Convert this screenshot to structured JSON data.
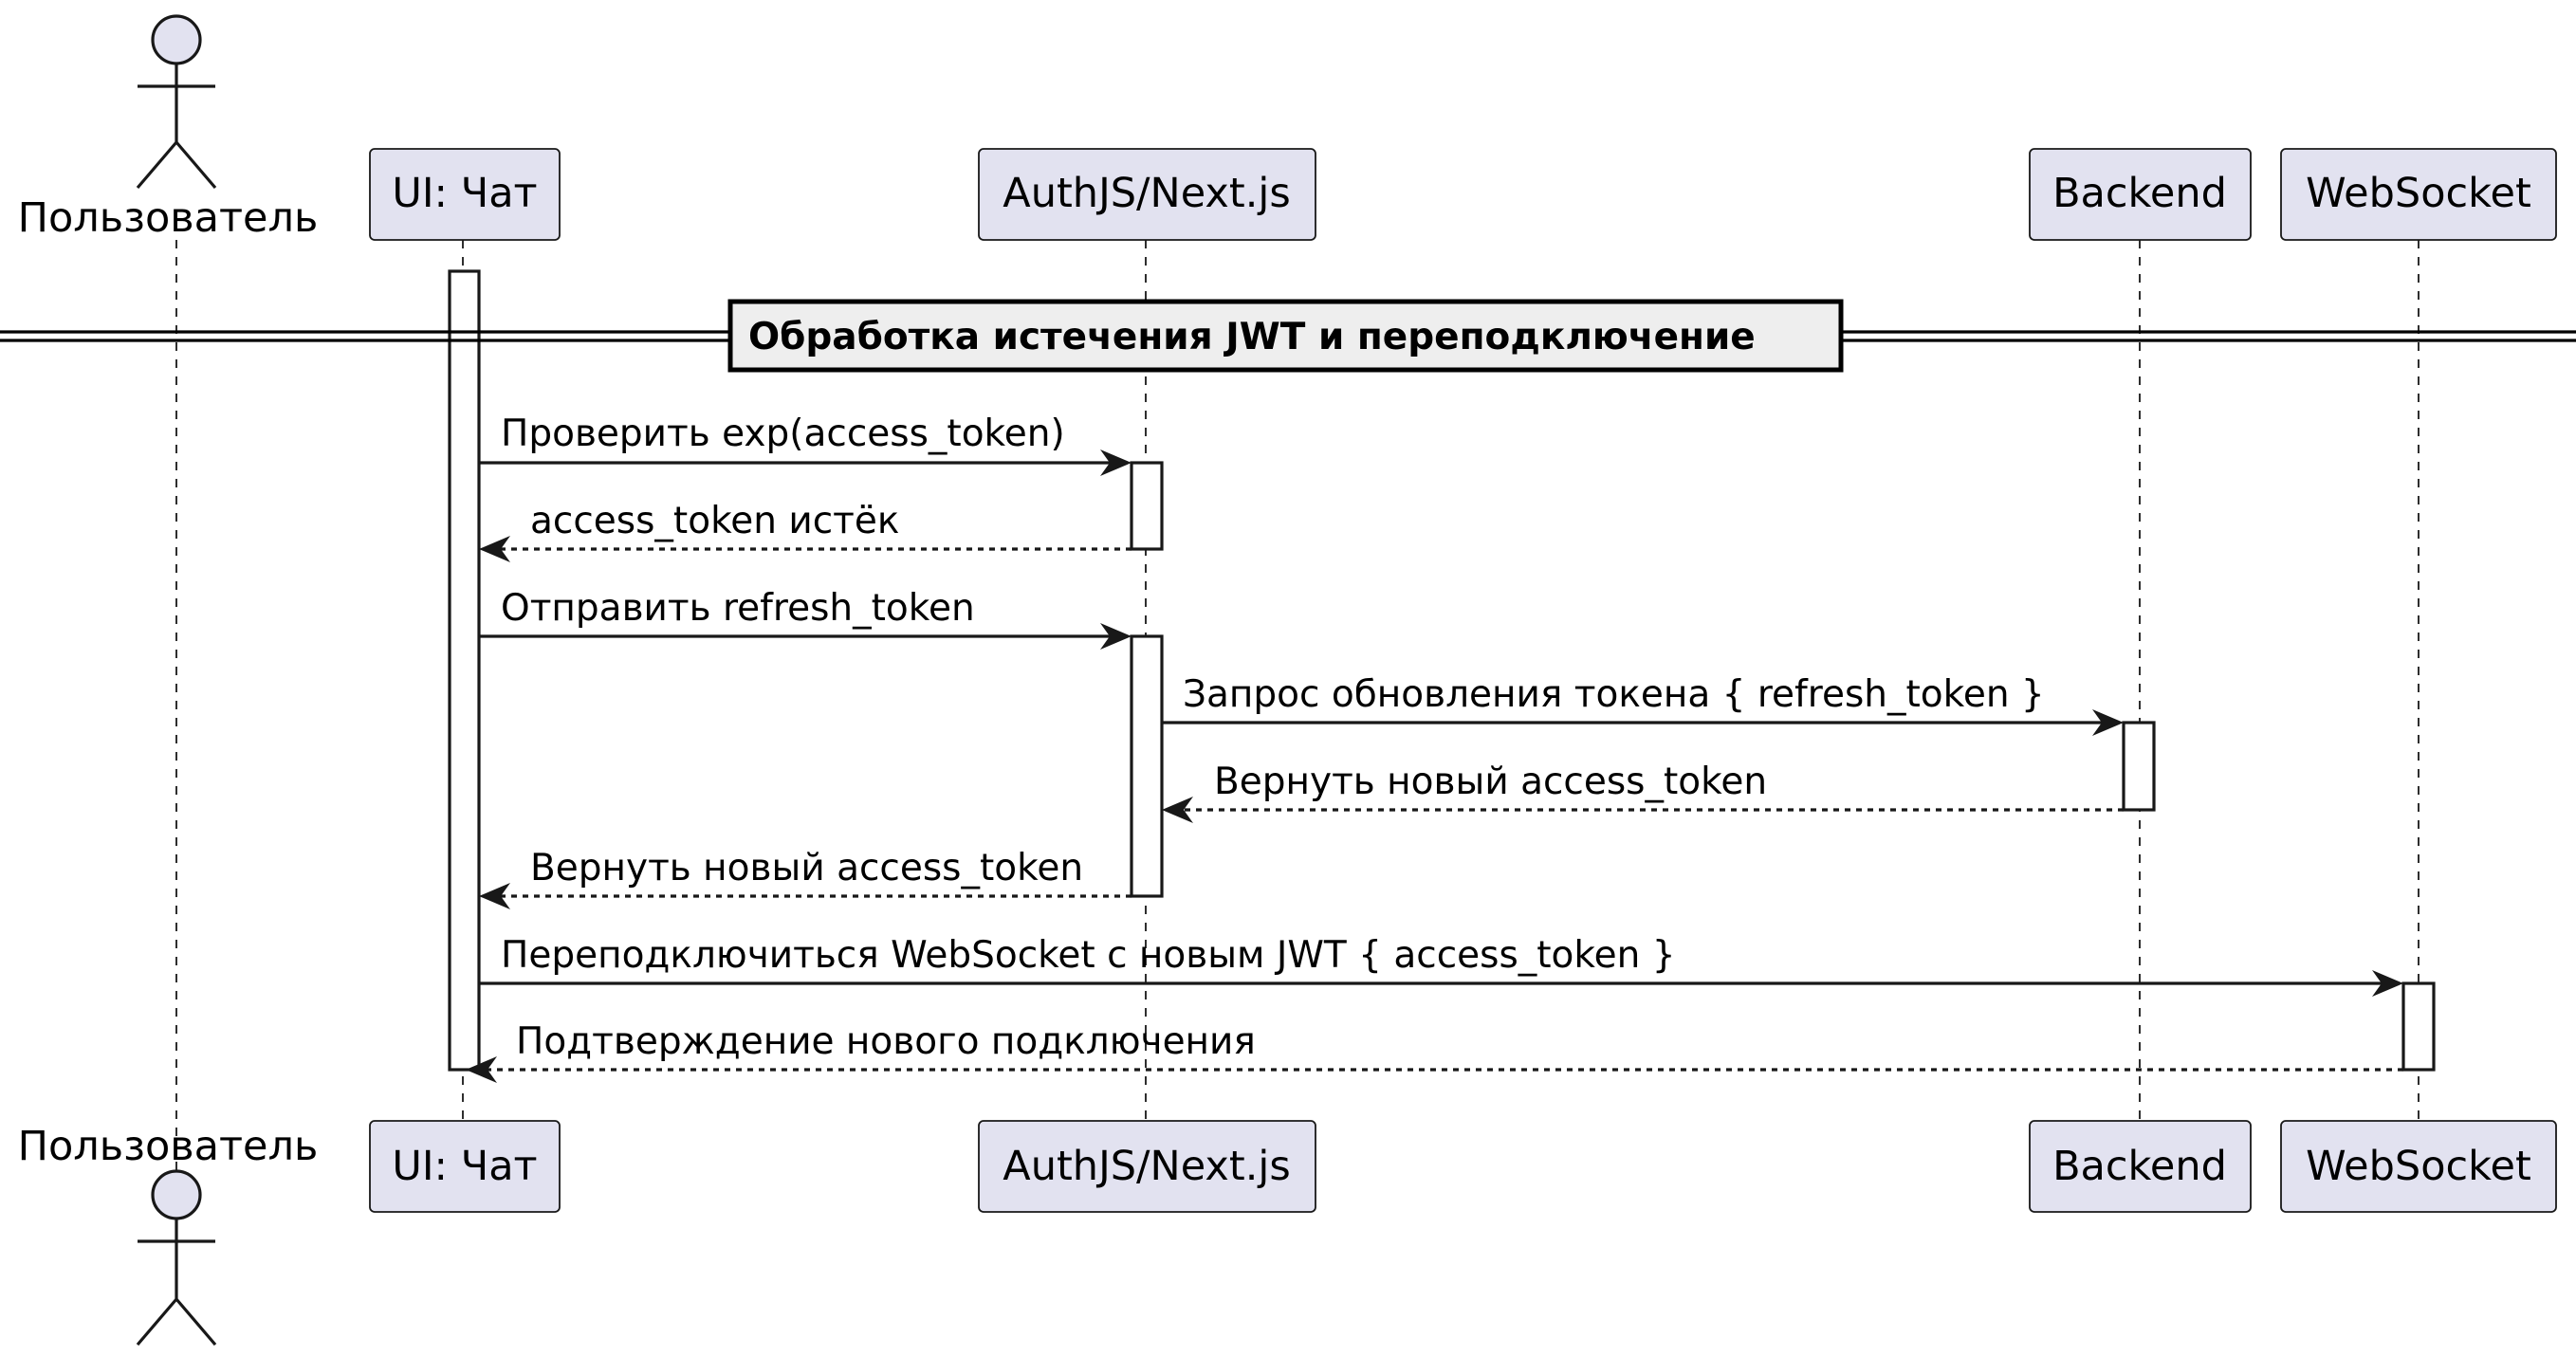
{
  "diagram": {
    "type": "sequence",
    "participants": [
      {
        "id": "user",
        "label": "Пользователь",
        "kind": "actor"
      },
      {
        "id": "ui",
        "label": "UI: Чат",
        "kind": "participant"
      },
      {
        "id": "auth",
        "label": "AuthJS/Next.js",
        "kind": "participant"
      },
      {
        "id": "backend",
        "label": "Backend",
        "kind": "participant"
      },
      {
        "id": "ws",
        "label": "WebSocket",
        "kind": "participant"
      }
    ],
    "divider": {
      "label": "Обработка истечения JWT и переподключение"
    },
    "messages": [
      {
        "from": "ui",
        "to": "auth",
        "label": "Проверить exp(access_token)",
        "style": "solid"
      },
      {
        "from": "auth",
        "to": "ui",
        "label": "access_token истёк",
        "style": "dashed"
      },
      {
        "from": "ui",
        "to": "auth",
        "label": "Отправить refresh_token",
        "style": "solid"
      },
      {
        "from": "auth",
        "to": "backend",
        "label": "Запрос обновления токена { refresh_token }",
        "style": "solid"
      },
      {
        "from": "backend",
        "to": "auth",
        "label": "Вернуть новый access_token",
        "style": "dashed"
      },
      {
        "from": "auth",
        "to": "ui",
        "label": "Вернуть новый access_token",
        "style": "dashed"
      },
      {
        "from": "ui",
        "to": "ws",
        "label": "Переподключиться WebSocket с новым JWT { access_token }",
        "style": "solid"
      },
      {
        "from": "ws",
        "to": "ui",
        "label": "Подтверждение нового подключения",
        "style": "dashed"
      }
    ],
    "colors": {
      "participant_fill": "#e2e2f0",
      "line": "#181818",
      "divider_fill": "#eeeeee"
    }
  }
}
